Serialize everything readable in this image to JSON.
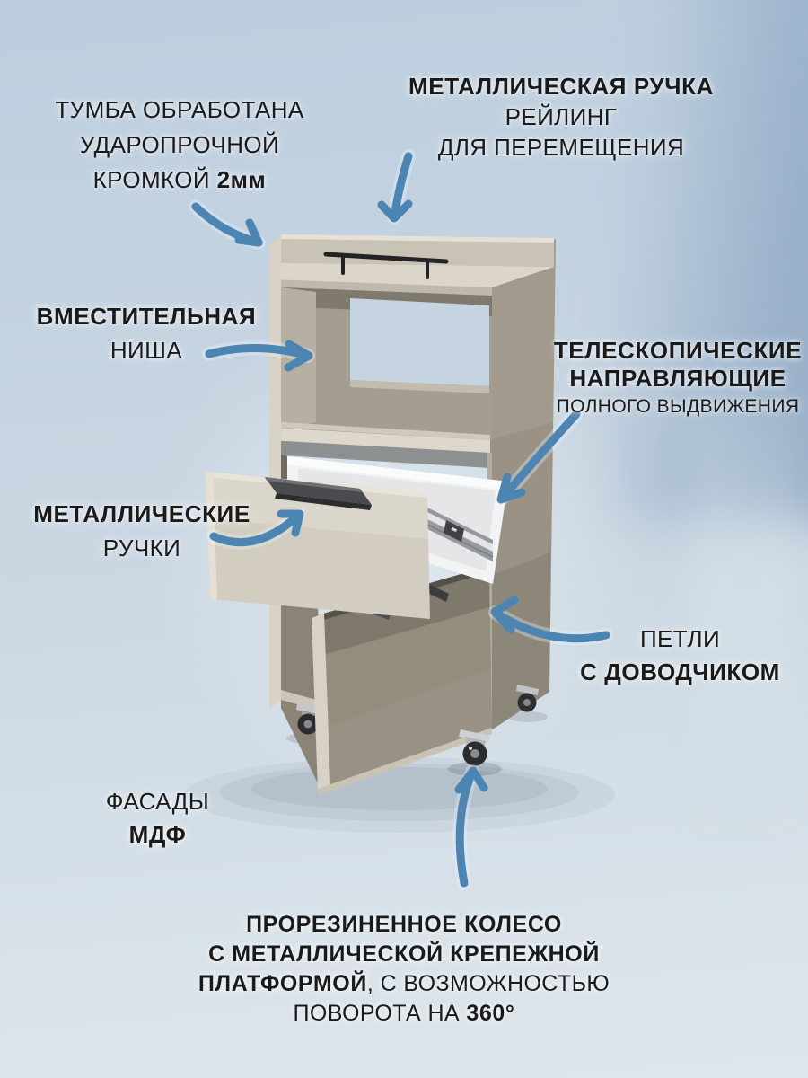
{
  "colors": {
    "background_top": "#bccede",
    "background_bottom": "#dee6ec",
    "arrow": "#4d85b2",
    "text": "#1a1a1a",
    "cabinet_light": "#dbd6c9",
    "cabinet_dark": "#8d8679",
    "drawer_interior": "#f2f3f4",
    "hardware": "#3b3c3f",
    "rail_metal": "#d5d7d9"
  },
  "annotations": {
    "edge": {
      "line1": "ТУМБА ОБРАБОТАНА",
      "line2": "УДАРОПРОЧНОЙ",
      "line3_regular": "КРОМКОЙ ",
      "line3_bold": "2мм"
    },
    "railing": {
      "line1": "МЕТАЛЛИЧЕСКАЯ РУЧКА",
      "line2": "РЕЙЛИНГ",
      "line3": "ДЛЯ ПЕРЕМЕЩЕНИЯ"
    },
    "niche": {
      "line1": "ВМЕСТИТЕЛЬНАЯ",
      "line2": "НИША"
    },
    "slides": {
      "line1": "ТЕЛЕСКОПИЧЕСКИЕ",
      "line2": "НАПРАВЛЯЮЩИЕ",
      "line3": "ПОЛНОГО ВЫДВИЖЕНИЯ"
    },
    "handles": {
      "line1": "МЕТАЛЛИЧЕСКИЕ",
      "line2": "РУЧКИ"
    },
    "hinges": {
      "line1": "ПЕТЛИ",
      "line2": "С ДОВОДЧИКОМ"
    },
    "facades": {
      "line1": "ФАСАДЫ",
      "line2": "МДФ"
    },
    "wheel": {
      "line1": "ПРОРЕЗИНЕННОЕ КОЛЕСО",
      "line2": "С МЕТАЛЛИЧЕСКОЙ КРЕПЕЖНОЙ",
      "line3_bold": "ПЛАТФОРМОЙ",
      "line3_regular": ", С ВОЗМОЖНОСТЬЮ",
      "line4_regular": "ПОВОРОТА НА ",
      "line4_bold": "360°"
    }
  }
}
